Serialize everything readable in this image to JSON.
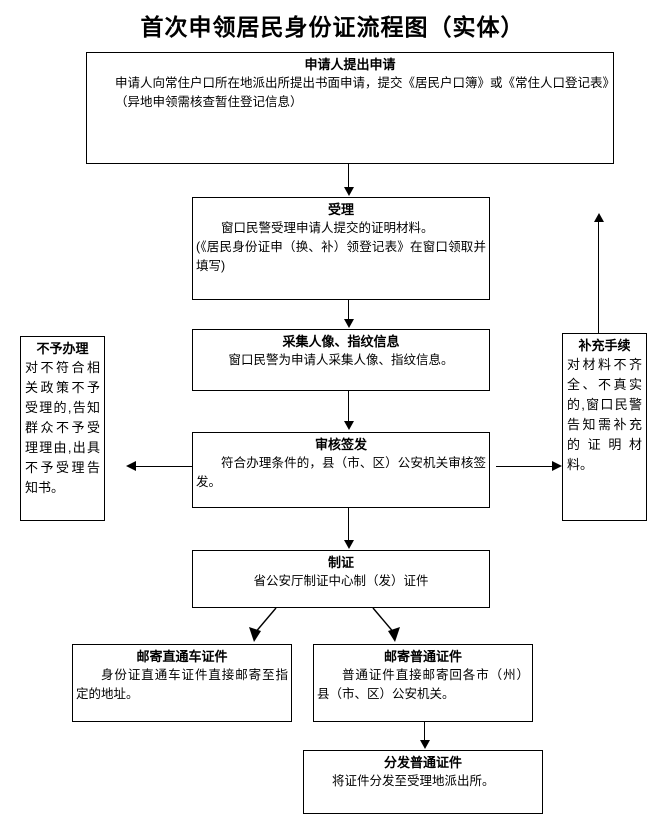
{
  "title": "首次申领居民身份证流程图（实体）",
  "theme": {
    "background": "#ffffff",
    "line_color": "#000000",
    "text_color": "#000000"
  },
  "nodes": [
    {
      "id": "apply",
      "heading": "申请人提出申请",
      "line1": "申请人向常住户口所在地派出所提出书面申请，提交《居民户口簿》或《常住人口登记表》",
      "line2": "（异地申领需核查暂住登记信息）"
    },
    {
      "id": "accept",
      "heading": "受理",
      "line1": "窗口民警受理申请人提交的证明材料。",
      "line2": "(《居民身份证申（换、补）领登记表》在窗口领取并填写)"
    },
    {
      "id": "collect",
      "heading": "采集人像、指纹信息",
      "line1": "窗口民警为申请人采集人像、指纹信息。"
    },
    {
      "id": "review",
      "heading": "审核签发",
      "line1": "符合办理条件的，县（市、区）公安机关审核签发。"
    },
    {
      "id": "reject",
      "heading": "不予办理",
      "line1": "对不符合相关政策不予受理的,告知群众不予受理理由,出具不予受理告知书。"
    },
    {
      "id": "supplement",
      "heading": "补充手续",
      "line1": "对材料不齐全、不真实的,窗口民警告知需补充的证明材料。"
    },
    {
      "id": "produce",
      "heading": "制证",
      "line1": "省公安厅制证中心制（发）证件"
    },
    {
      "id": "mail-express",
      "heading": "邮寄直通车证件",
      "line1": "身份证直通车证件直接邮寄至指定的地址。"
    },
    {
      "id": "mail-normal",
      "heading": "邮寄普通证件",
      "line1": "普通证件直接邮寄回各市（州）县（市、区）公安机关。"
    },
    {
      "id": "distribute",
      "heading": "分发普通证件",
      "line1": "将证件分发至受理地派出所。"
    }
  ]
}
